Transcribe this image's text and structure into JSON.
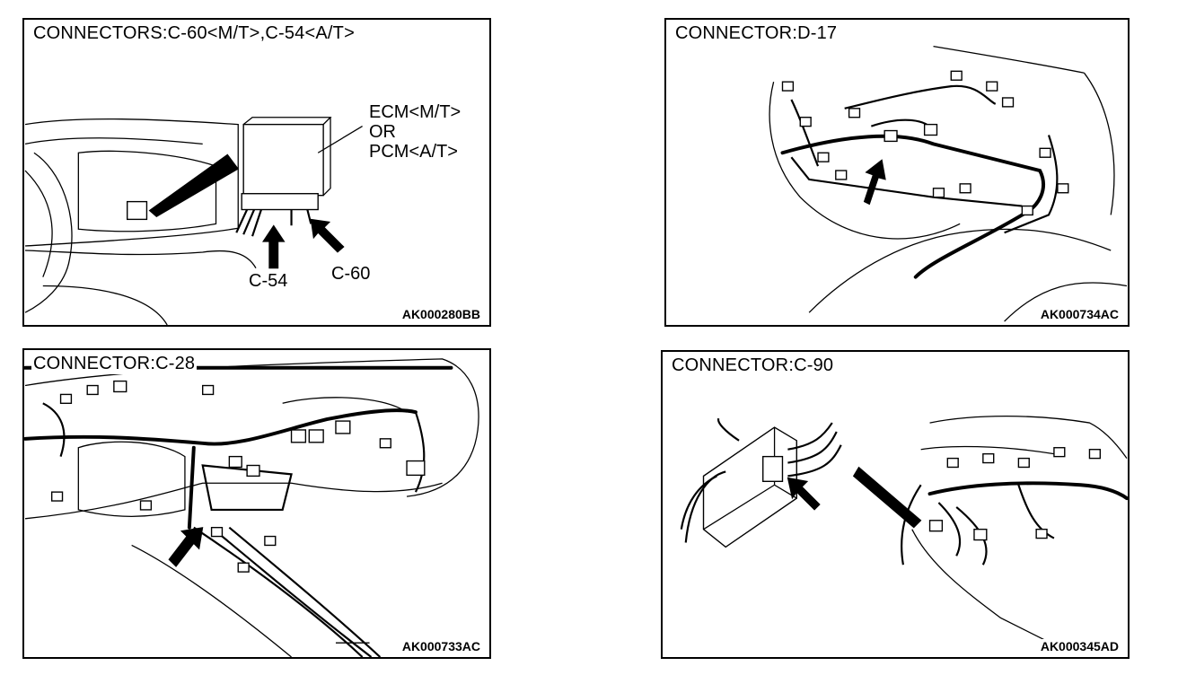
{
  "panels": {
    "p1": {
      "title": "CONNECTORS:C-60<M/T>,C-54<A/T>",
      "ecm_label": "ECM<M/T>",
      "or_label": "OR",
      "pcm_label": "PCM<A/T>",
      "c54_label": "C-54",
      "c60_label": "C-60",
      "code": "AK000280BB"
    },
    "p2": {
      "title": "CONNECTOR:D-17",
      "code": "AK000734AC"
    },
    "p3": {
      "title": "CONNECTOR:C-28",
      "code": "AK000733AC"
    },
    "p4": {
      "title": "CONNECTOR:C-90",
      "code": "AK000345AD"
    }
  }
}
